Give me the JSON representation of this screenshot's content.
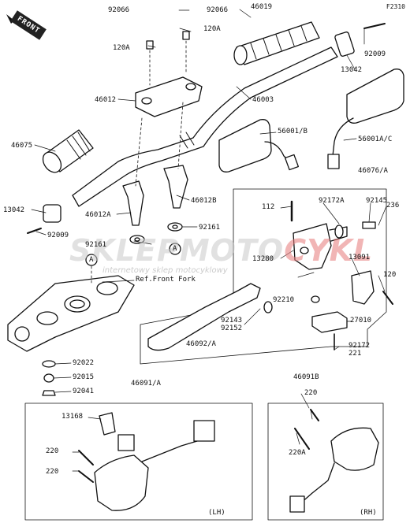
{
  "header": {
    "figure_code": "F2310",
    "front_label": "FRONT"
  },
  "watermark": {
    "brand_a": "SKLEPMOTO",
    "brand_b": "CYKL",
    "tagline": "internetowy sklep motocyklowy"
  },
  "callouts": {
    "p92066_l": "92066",
    "p92066_r": "92066",
    "p120a_r": "120A",
    "p120a_l": "120A",
    "p46019": "46019",
    "p92009_t": "92009",
    "p13042_t": "13042",
    "p46012": "46012",
    "p46003": "46003",
    "p46075": "46075",
    "p56001b": "56001/B",
    "p56001ac": "56001A/C",
    "p46076a": "46076/A",
    "p13042_l": "13042",
    "p92009_l": "92009",
    "p46012a": "46012A",
    "p46012b": "46012B",
    "p112": "112",
    "p92172a": "92172A",
    "p92145": "92145",
    "p236": "236",
    "p92161_l": "92161",
    "p92161_r": "92161",
    "marker_a1": "A",
    "marker_a2": "A",
    "p13280": "13280",
    "p13091": "13091",
    "p120": "120",
    "p92210": "92210",
    "ref_fork": "Ref.Front Fork",
    "p92143": "92143",
    "p92152": "92152",
    "p27010": "27010",
    "p46092a": "46092/A",
    "p92172": "92172",
    "p221": "221",
    "p92022": "92022",
    "p92015": "92015",
    "p92041": "92041",
    "p46091a": "46091/A",
    "p46091b": "46091B",
    "p13168": "13168",
    "p220_l1": "220",
    "p220_l2": "220",
    "p220_r": "220",
    "p220a": "220A",
    "lh": "(LH)",
    "rh": "(RH)"
  },
  "icons": [
    "front-arrow-icon"
  ]
}
